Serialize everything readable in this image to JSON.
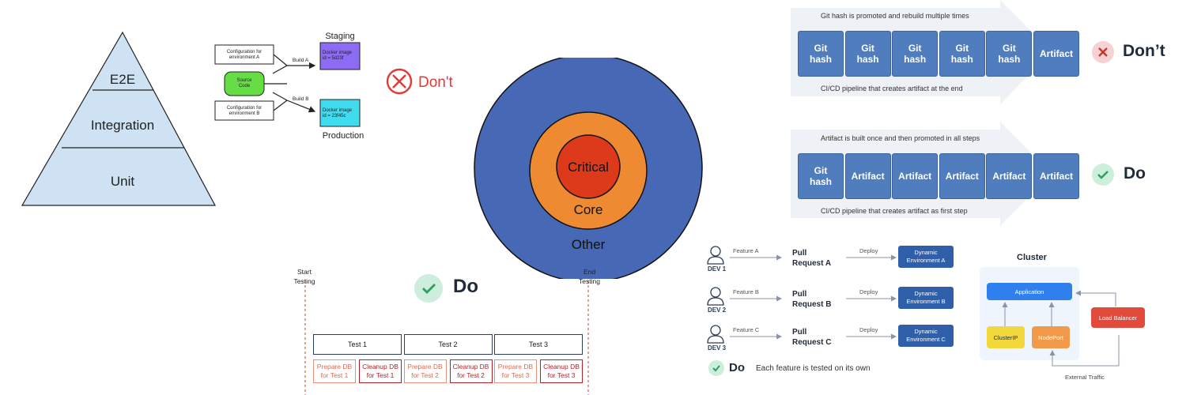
{
  "pyramid": {
    "levels": [
      "E2E",
      "Integration",
      "Unit"
    ],
    "colors": {
      "fill": "#cfe2f3",
      "stroke": "#222222"
    }
  },
  "build_dont": {
    "source": "Source\nCode",
    "config_a": "Configuration for\nenvironment A",
    "config_b": "Configuration for\nenvironment B",
    "build_a": "Build A",
    "build_b": "Build B",
    "staging_label": "Staging",
    "production_label": "Production",
    "image_a": "Docker image\nid = 5d23f",
    "image_b": "Docker image\nid = 23f45c",
    "verdict": "Don't",
    "icon": "x-circle-icon",
    "colors": {
      "source": "#66dd44",
      "image_a": "#8b6cf2",
      "image_b": "#3fdcf0",
      "verdict": "#e53935"
    }
  },
  "circles": {
    "outer": "Other",
    "middle": "Core",
    "inner": "Critical",
    "colors": {
      "outer": "#4668b5",
      "middle": "#ee8b32",
      "inner": "#dc3a1b"
    }
  },
  "pipeline_dont": {
    "caption_top": "Git hash is promoted and rebuild multiple times",
    "caption_bottom": "CI/CD pipeline that creates artifact at the end",
    "steps": [
      "Git\nhash",
      "Git\nhash",
      "Git\nhash",
      "Git\nhash",
      "Git\nhash",
      "Artifact"
    ],
    "verdict": "Don’t",
    "icon": "x-icon"
  },
  "pipeline_do": {
    "caption_top": "Artifact is built once and then promoted in all steps",
    "caption_bottom": "CI/CD pipeline that creates artifact as first step",
    "steps": [
      "Git\nhash",
      "Artifact",
      "Artifact",
      "Artifact",
      "Artifact",
      "Artifact"
    ],
    "verdict": "Do",
    "icon": "check-icon"
  },
  "tests_do": {
    "start": "Start\nTesting",
    "end": "End\nTesting",
    "verdict": "Do",
    "icon": "check-icon",
    "tests": [
      {
        "name": "Test 1",
        "prepare": "Prepare DB\nfor Test 1",
        "cleanup": "Cleanup DB\nfor Test 1"
      },
      {
        "name": "Test 2",
        "prepare": "Prepare DB\nfor Test 2",
        "cleanup": "Cleanup DB\nfor Test 2"
      },
      {
        "name": "Test 3",
        "prepare": "Prepare DB\nfor Test 3",
        "cleanup": "Cleanup DB\nfor Test 3"
      }
    ]
  },
  "dynamic_envs": {
    "rows": [
      {
        "dev": "DEV 1",
        "feature": "Feature A",
        "pr": "Pull\nRequest A",
        "deploy": "Deploy",
        "env": "Dynamic\nEnvironment A"
      },
      {
        "dev": "DEV 2",
        "feature": "Feature B",
        "pr": "Pull\nRequest B",
        "deploy": "Deploy",
        "env": "Dynamic\nEnvironment B"
      },
      {
        "dev": "DEV 3",
        "feature": "Feature C",
        "pr": "Pull\nRequest C",
        "deploy": "Deploy",
        "env": "Dynamic\nEnvironment C"
      }
    ],
    "verdict": "Do",
    "note": "Each feature is tested on its own",
    "icon": "check-icon"
  },
  "cluster": {
    "title": "Cluster",
    "application": "Application",
    "clusterip": "ClusterIP",
    "nodeport": "NodePort",
    "load_balancer": "Load Balancer",
    "external": "External Traffic",
    "colors": {
      "application": "#2f80ed",
      "clusterip": "#f2d83b",
      "nodeport": "#f2994a",
      "load_balancer": "#e24a3b",
      "bg": "#eef5fd"
    }
  }
}
